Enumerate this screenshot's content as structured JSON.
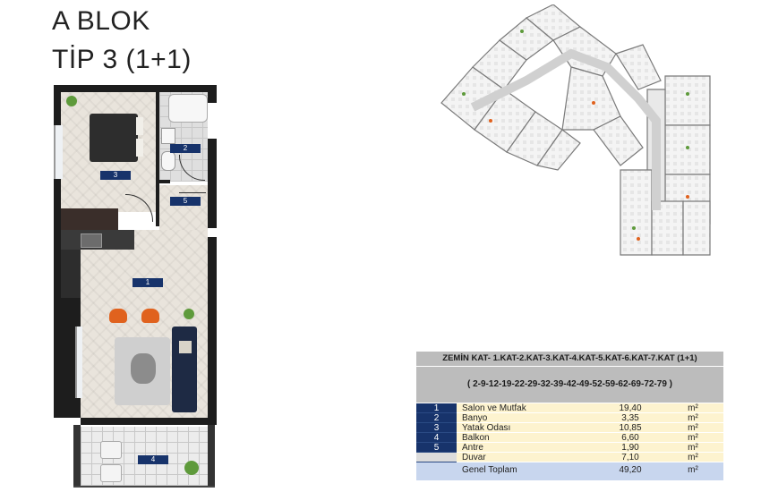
{
  "heading": {
    "line1": "A BLOK",
    "line2": "TİP 3 (1+1)"
  },
  "plan_labels": {
    "salon": "1",
    "banyo": "2",
    "yatak": "3",
    "balkon": "4",
    "antre": "5"
  },
  "table": {
    "header1": "ZEMİN KAT- 1.KAT-2.KAT-3.KAT-4.KAT-5.KAT-6.KAT-7.KAT (1+1)",
    "header2": "( 2-9-12-19-22-29-32-39-42-49-52-59-62-69-72-79 )",
    "rows": [
      {
        "no": "1",
        "name": "Salon ve Mutfak",
        "value": "19,40",
        "unit": "m²"
      },
      {
        "no": "2",
        "name": "Banyo",
        "value": "3,35",
        "unit": "m²"
      },
      {
        "no": "3",
        "name": "Yatak Odası",
        "value": "10,85",
        "unit": "m²"
      },
      {
        "no": "4",
        "name": "Balkon",
        "value": "6,60",
        "unit": "m²"
      },
      {
        "no": "5",
        "name": "Antre",
        "value": "1,90",
        "unit": "m²"
      },
      {
        "no": "",
        "name": "Duvar",
        "value": "7,10",
        "unit": "m²"
      }
    ],
    "total": {
      "name": "Genel Toplam",
      "value": "49,20",
      "unit": "m²"
    }
  },
  "colors": {
    "label_navy": "#17336b",
    "row_cream": "#fdf3cf",
    "total_blue": "#c8d6ee",
    "header_grey": "#bcbcbc",
    "sofa_navy": "#1e2a44",
    "chair_orange": "#e0621e"
  }
}
